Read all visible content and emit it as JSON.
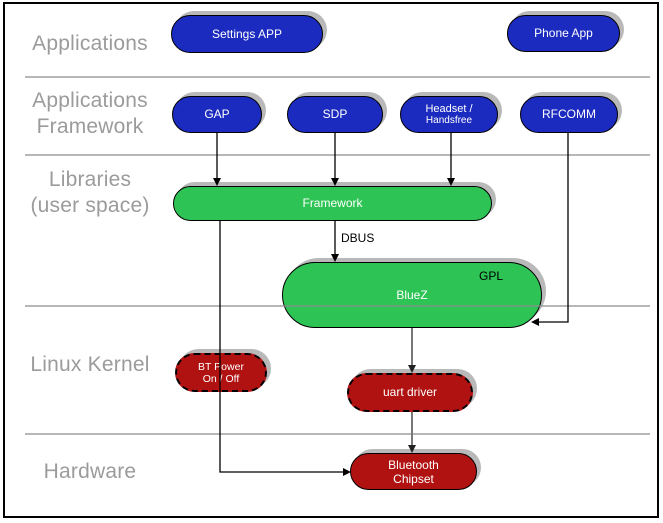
{
  "layers": {
    "applications": {
      "line1": "Applications"
    },
    "applications_framework": {
      "line1": "Applications",
      "line2": "Framework"
    },
    "libraries": {
      "line1": "Libraries",
      "line2": "(user space)"
    },
    "linux_kernel": {
      "line1": "Linux Kernel"
    },
    "hardware": {
      "line1": "Hardware"
    }
  },
  "nodes": {
    "settings_app": {
      "label": "Settings APP"
    },
    "phone_app": {
      "label": "Phone App"
    },
    "gap": {
      "label": "GAP"
    },
    "sdp": {
      "label": "SDP"
    },
    "headset_handsfree": {
      "line1": "Headset /",
      "line2": "Handsfree"
    },
    "rfcomm": {
      "label": "RFCOMM"
    },
    "framework": {
      "label": "Framework"
    },
    "bluez": {
      "label": "BlueZ",
      "badge": "GPL"
    },
    "bt_power": {
      "line1": "BT Power",
      "line2": "On / Off"
    },
    "uart_driver": {
      "label": "uart driver"
    },
    "bluetooth_chipset": {
      "line1": "Bluetooth",
      "line2": "Chipset"
    }
  },
  "annotations": {
    "dbus_label": "DBUS"
  },
  "colors": {
    "app_node_blue": "#1c2bbf",
    "library_node_green": "#2ec455",
    "kernel_node_red": "#b01212",
    "node_shadow": "#b9b9b9",
    "layer_label_gray": "#9b9b9b",
    "separator_gray": "#8c8c8c"
  }
}
